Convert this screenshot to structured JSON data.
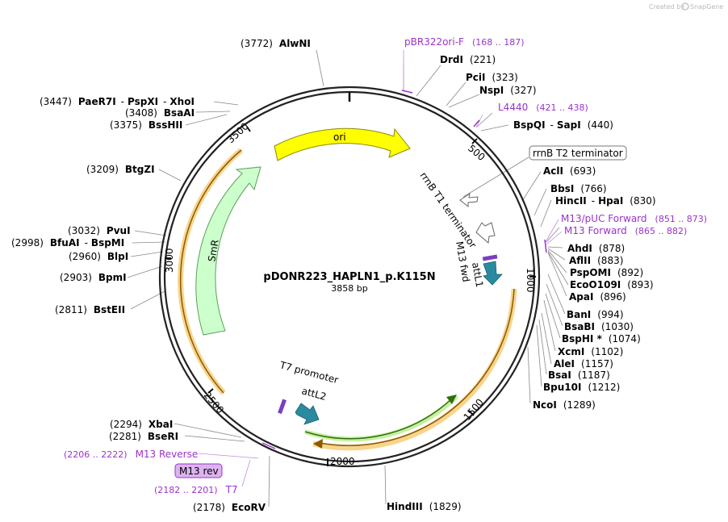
{
  "watermark": {
    "prefix": "Created by",
    "brand": "SnapGene"
  },
  "plasmid": {
    "name": "pDONR223_HAPLN1_p.K115N",
    "length": "3858 bp"
  },
  "ticks": [
    "500",
    "1000",
    "1500",
    "2000",
    "2500",
    "3000",
    "3500"
  ],
  "features": {
    "ori": "ori",
    "smr": "SmR",
    "rrnb_t1": "rrnB T1 terminator",
    "m13_fwd": "M13 fwd",
    "attl1": "attL1",
    "t7_promoter": "T7 promoter",
    "attl2": "attL2"
  },
  "sites_right": [
    {
      "name": "DrdI",
      "pos": "(221)"
    },
    {
      "name": "PciI",
      "pos": "(323)"
    },
    {
      "name": "NspI",
      "pos": "(327)"
    },
    {
      "name": "BspQI",
      "sep": "-",
      "name2": "SapI",
      "pos": "(440)"
    },
    {
      "name": "AclI",
      "pos": "(693)"
    },
    {
      "name": "BbsI",
      "pos": "(766)"
    },
    {
      "name": "HincII",
      "sep": "-",
      "name2": "HpaI",
      "pos": "(830)"
    },
    {
      "name": "AhdI",
      "pos": "(878)"
    },
    {
      "name": "AflII",
      "pos": "(883)"
    },
    {
      "name": "PspOMI",
      "pos": "(892)"
    },
    {
      "name": "EcoO109I",
      "pos": "(893)"
    },
    {
      "name": "ApaI",
      "pos": "(896)"
    },
    {
      "name": "BanI",
      "pos": "(994)"
    },
    {
      "name": "BsaBI",
      "pos": "(1030)"
    },
    {
      "name": "BspHI *",
      "pos": "(1074)"
    },
    {
      "name": "XcmI",
      "pos": "(1102)"
    },
    {
      "name": "AleI",
      "pos": "(1157)"
    },
    {
      "name": "BsaI",
      "pos": "(1187)"
    },
    {
      "name": "Bpu10I",
      "pos": "(1212)"
    },
    {
      "name": "NcoI",
      "pos": "(1289)"
    },
    {
      "name": "HindIII",
      "pos": "(1829)"
    }
  ],
  "sites_left": [
    {
      "pos": "(3772)",
      "name": "AlwNI"
    },
    {
      "pos": "(3447)",
      "name": "PaeR7I",
      "sep": "-",
      "name2": "PspXI",
      "sep2": "-",
      "name3": "XhoI"
    },
    {
      "pos": "(3408)",
      "name": "BsaAI"
    },
    {
      "pos": "(3375)",
      "name": "BssHII"
    },
    {
      "pos": "(3209)",
      "name": "BtgZI"
    },
    {
      "pos": "(3032)",
      "name": "PvuI"
    },
    {
      "pos": "(2998)",
      "name": "BfuAI",
      "sep": "-",
      "name2": "BspMI"
    },
    {
      "pos": "(2960)",
      "name": "BlpI"
    },
    {
      "pos": "(2903)",
      "name": "BpmI"
    },
    {
      "pos": "(2811)",
      "name": "BstEII"
    },
    {
      "pos": "(2294)",
      "name": "XbaI"
    },
    {
      "pos": "(2281)",
      "name": "BseRI"
    },
    {
      "pos": "(2178)",
      "name": "EcoRV"
    }
  ],
  "primers": {
    "pbr322": {
      "name": "pBR322ori-F",
      "range": "(168 .. 187)"
    },
    "l4440": {
      "name": "L4440",
      "range": "(421 .. 438)"
    },
    "m13puc": {
      "name": "M13/pUC Forward",
      "range": "(851 .. 873)"
    },
    "m13fwd": {
      "name": "M13 Forward",
      "range": "(865 .. 882)"
    },
    "m13rev_range": "(2206 .. 2222)",
    "m13rev_name": "M13 Reverse",
    "m13rev_box": "M13 rev",
    "t7_range": "(2182 .. 2201)",
    "t7_name": "T7"
  },
  "boxed_feature": "rrnB T2 terminator",
  "colors": {
    "ori": "#ffff00",
    "smr": "#ccffcc",
    "orf": "#f5c06a",
    "orf_dark": "#8a5a00",
    "att": "#2a8aa0",
    "primer": "#9a33cc",
    "green_orf": "#99dd55"
  }
}
